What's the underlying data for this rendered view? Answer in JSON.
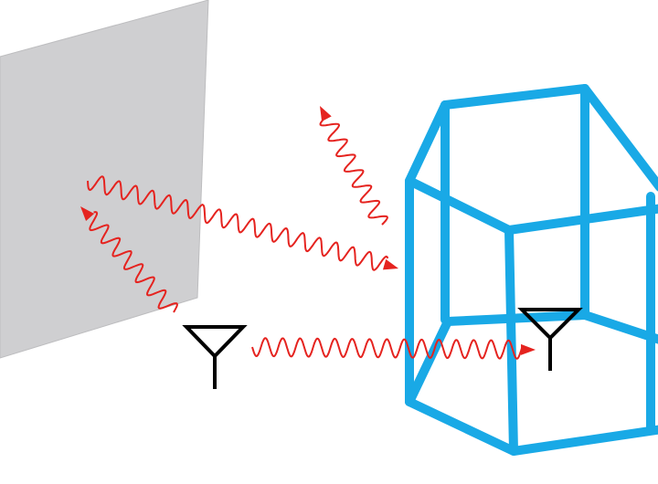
{
  "colors": {
    "panel": "#cfcfd1",
    "panel_edge": "#bdbdbf",
    "prism": "#19a9e6",
    "wave": "#e5231f",
    "antenna": "#000000",
    "background": "#ffffff"
  },
  "icons": [
    "reflector-panel",
    "hexagonal-prism-wireframe",
    "transmitter-antenna-icon",
    "receiver-antenna-icon",
    "wave-arrow"
  ]
}
